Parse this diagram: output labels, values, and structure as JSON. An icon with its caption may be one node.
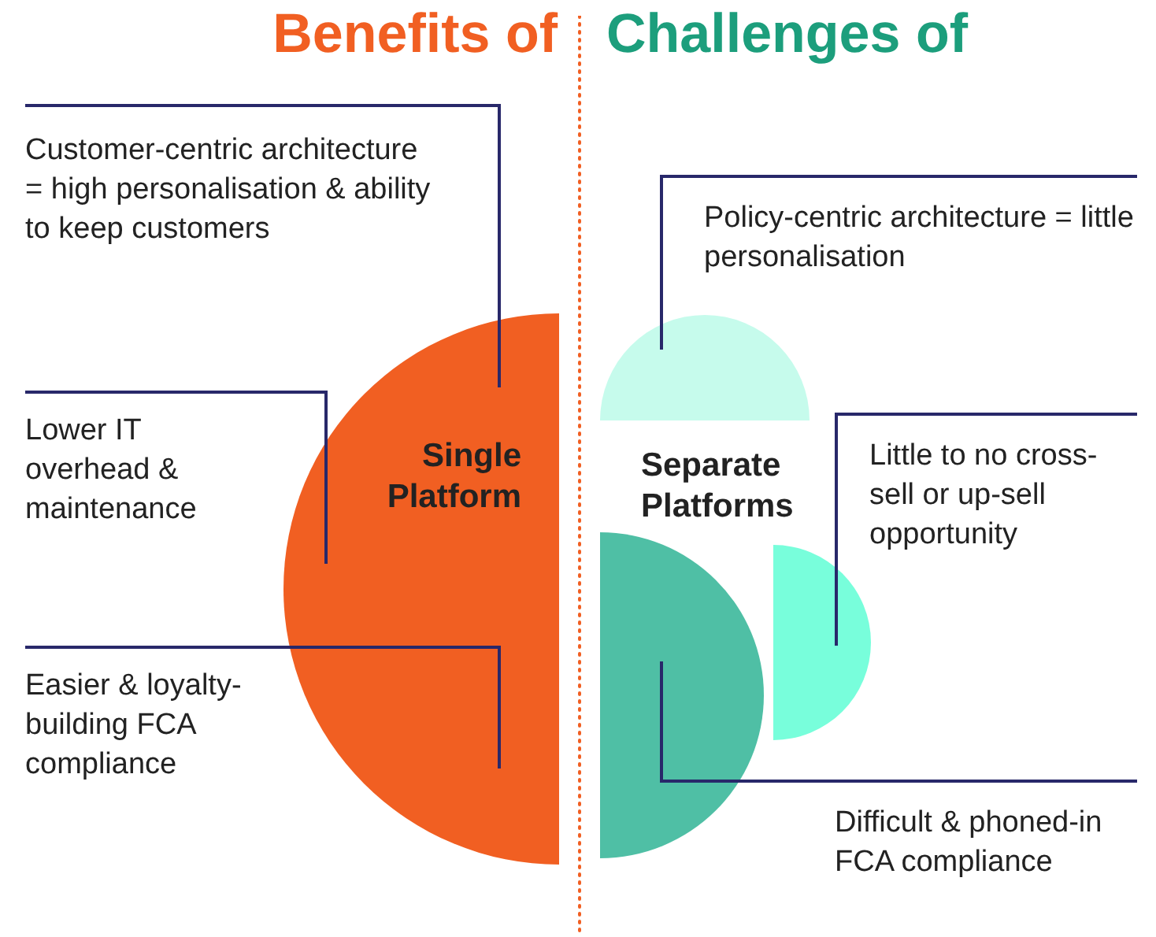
{
  "diagram": {
    "nodes": [
      {
        "text": [
          "Single Platform"
        ]
      },
      {
        "text": [
          "Customer-centric architecture = high personalisation & ability to keep customers"
        ]
      },
      {
        "text": [
          "Lower IT overhead & maintenance"
        ]
      },
      {
        "text": [
          "Easier & loyalty-building FCA compliance"
        ]
      },
      {
        "text": [
          "Policy-centric architecture = little personalisation"
        ]
      },
      {
        "text": [],
        "shape": "semicircle"
      },
      {
        "text": [
          "Little to no cross-sell or up-sell opportunity"
        ]
      },
      {
        "text": [],
        "shape": "semicircle"
      },
      {
        "text": [
          "Difficult & phoned-in FCA compliance"
        ]
      },
      {
        "text": [],
        "shape": "semicircle"
      }
    ],
    "edges": [
      {
        "from": 1,
        "to": 0,
        "arrow": "none"
      },
      {
        "from": 2,
        "to": 0,
        "arrow": "none"
      },
      {
        "from": 3,
        "to": 0,
        "arrow": "none"
      },
      {
        "from": 4,
        "to": 5,
        "arrow": "none"
      },
      {
        "from": 6,
        "to": 7,
        "arrow": "none"
      },
      {
        "from": 8,
        "to": 9,
        "arrow": "none"
      }
    ],
    "labels": [
      "Benefits of",
      "Challenges of",
      "Separate Platforms"
    ]
  }
}
